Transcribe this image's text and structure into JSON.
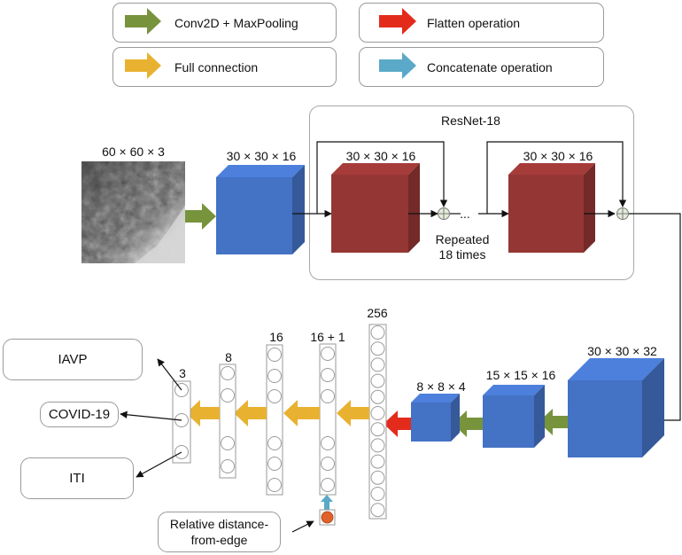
{
  "legend": {
    "conv": {
      "label": "Conv2D + MaxPooling",
      "color": "#77933c"
    },
    "fc": {
      "label": "Full connection",
      "color": "#e8b230"
    },
    "flatten": {
      "label": "Flatten operation",
      "color": "#e32b1c"
    },
    "concat": {
      "label": "Concatenate operation",
      "color": "#5aa9c8"
    }
  },
  "colors": {
    "block_blue": "#4472c4",
    "block_red": "#943634",
    "distance_dot": "#e0622a"
  },
  "input": {
    "label": "60 × 60 × 3"
  },
  "stem": {
    "label": "30 × 30 × 16"
  },
  "resnet": {
    "title": "ResNet-18",
    "block1_label": "30 × 30 × 16",
    "block2_label": "30 × 30 × 16",
    "ellipsis": "...",
    "repeated_label": "Repeated\n18 times"
  },
  "bottom": {
    "b32_label": "30 × 30 × 32",
    "b15_label": "15 × 15 × 16",
    "b8_label": "8 × 8 × 4",
    "v256_label": "256",
    "v17_label": "16 + 1",
    "v16_label": "16",
    "v8_label": "8",
    "v3_label": "3",
    "dots": "⋮"
  },
  "outputs": {
    "iavp": "IAVP",
    "covid": "COVID-19",
    "iti": "ITI"
  },
  "distance_box": {
    "label": "Relative distance-\nfrom-edge"
  }
}
